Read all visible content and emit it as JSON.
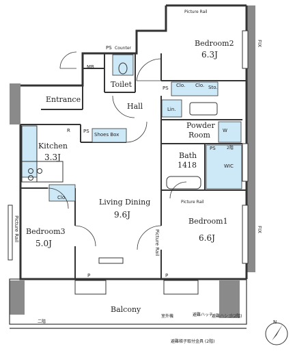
{
  "colors": {
    "wall": "#8a8a8a",
    "wet": "#cde8f6",
    "line": "#333333"
  },
  "rooms": {
    "bedroom2": {
      "name": "Bedroom2",
      "size": "6.3J"
    },
    "bedroom1": {
      "name": "Bedroom1",
      "size": "6.6J"
    },
    "bedroom3": {
      "name": "Bedroom3",
      "size": "5.0J"
    },
    "living": {
      "name": "Living Dining",
      "size": "9.6J"
    },
    "kitchen": {
      "name": "Kitchen",
      "size": "3.3J"
    },
    "bath": {
      "name": "Bath",
      "size": "1418"
    },
    "powder": {
      "name": "Powder",
      "name2": "Room"
    }
  },
  "labels": {
    "toilet": "Toilet",
    "hall": "Hall",
    "entrance": "Entrance",
    "balcony": "Balcony",
    "mb": "MB",
    "ps": "PS",
    "counter": "Counter",
    "clo": "Clo.",
    "sto": "Sto.",
    "lin": "Lin.",
    "w": "W",
    "r": "R",
    "p": "P",
    "wic": "WIC",
    "shoes_box": "Shoes Box",
    "picture_rail": "Picture Rail",
    "fix": "FIX",
    "floor2": "2階",
    "second_floor": "二階",
    "outdoor_unit": "室外機",
    "hatch": "避難ハッチ",
    "hatch_note": "避難ハシゴ(2階)",
    "ladder_note": "避難梯子取付金具 (2階)"
  },
  "compass": {
    "label": "N"
  }
}
